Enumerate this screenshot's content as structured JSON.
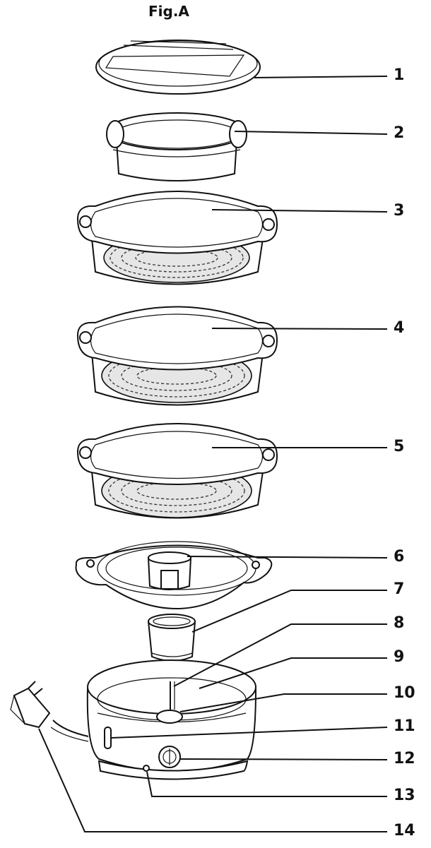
{
  "figure": {
    "title": "Fig.A",
    "labels": [
      "1",
      "2",
      "3",
      "4",
      "5",
      "6",
      "7",
      "8",
      "9",
      "10",
      "11",
      "12",
      "13",
      "14"
    ]
  },
  "colors": {
    "ink": "#111111",
    "paper": "#ffffff",
    "fill": "#e6e6e6"
  }
}
